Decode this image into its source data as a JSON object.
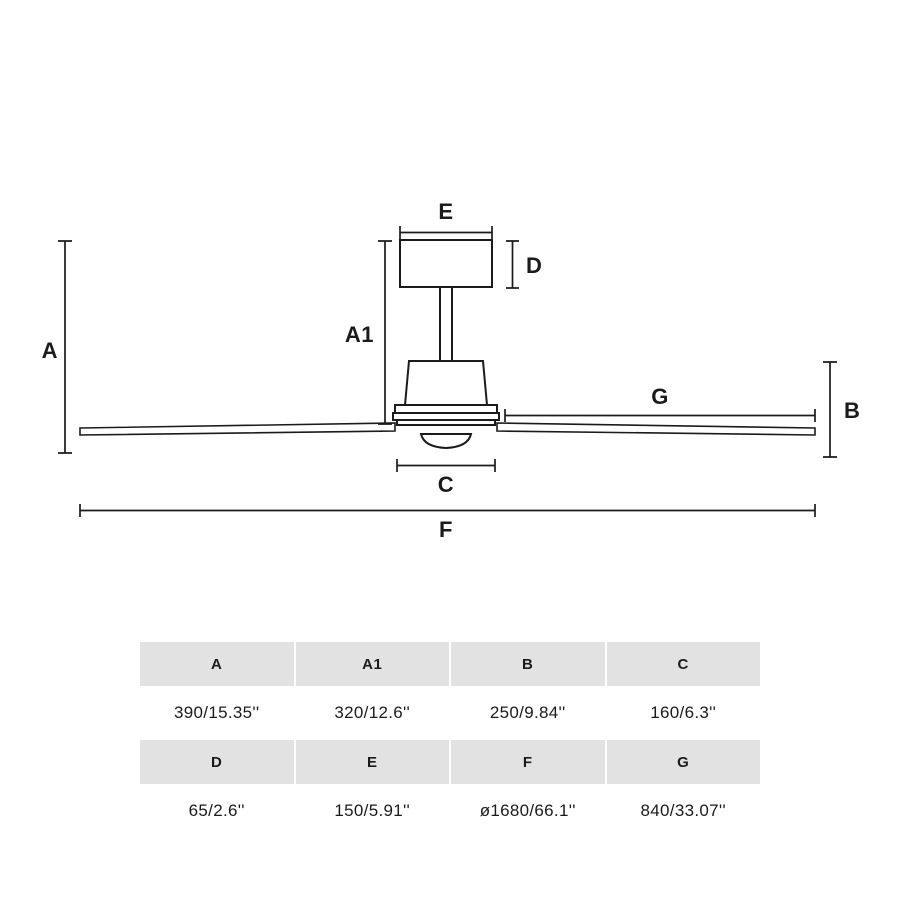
{
  "colors": {
    "line": "#1b1b1b",
    "table_header_bg": "#e2e2e2",
    "background": "#ffffff"
  },
  "diagram": {
    "description": "Ceiling fan side-view dimension drawing",
    "labels": {
      "a": "A",
      "a1": "A1",
      "b": "B",
      "c": "C",
      "d": "D",
      "e": "E",
      "f": "F",
      "g": "G"
    }
  },
  "table": {
    "header_row_1": [
      "A",
      "A1",
      "B",
      "C"
    ],
    "value_row_1": [
      "390/15.35''",
      "320/12.6''",
      "250/9.84''",
      "160/6.3''"
    ],
    "header_row_2": [
      "D",
      "E",
      "F",
      "G"
    ],
    "value_row_2": [
      "65/2.6''",
      "150/5.91''",
      "ø1680/66.1''",
      "840/33.07''"
    ]
  }
}
